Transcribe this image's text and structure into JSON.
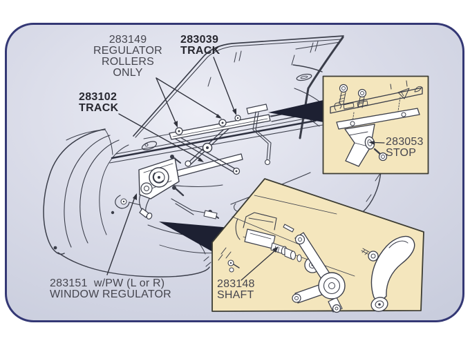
{
  "labels": {
    "rollers": {
      "part": "283149",
      "line2": "REGULATOR",
      "line3": "ROLLERS",
      "line4": "ONLY"
    },
    "track_upper": {
      "part": "283039",
      "name": "TRACK"
    },
    "track_front": {
      "part": "283102",
      "name": "TRACK"
    },
    "regulator": {
      "line1": "283151  w/PW (L or R)",
      "line2": "WINDOW REGULATOR"
    },
    "stop": {
      "part": "283053",
      "name": "STOP"
    },
    "shaft": {
      "part": "283148",
      "name": "SHAFT"
    }
  },
  "colors": {
    "page_background": "#ffffff",
    "panel_border": "#343875",
    "panel_gradient_center": "#ecedf5",
    "panel_gradient_mid": "#d9dbe8",
    "panel_gradient_edge": "#c9cddd",
    "inset_fill": "#f4e6bd",
    "inset_border": "#3c3c33",
    "line_art": "#3a3d49",
    "callout_wedge": "#1d2032",
    "label_text": "#45454e",
    "label_text_bold": "#27272f"
  }
}
